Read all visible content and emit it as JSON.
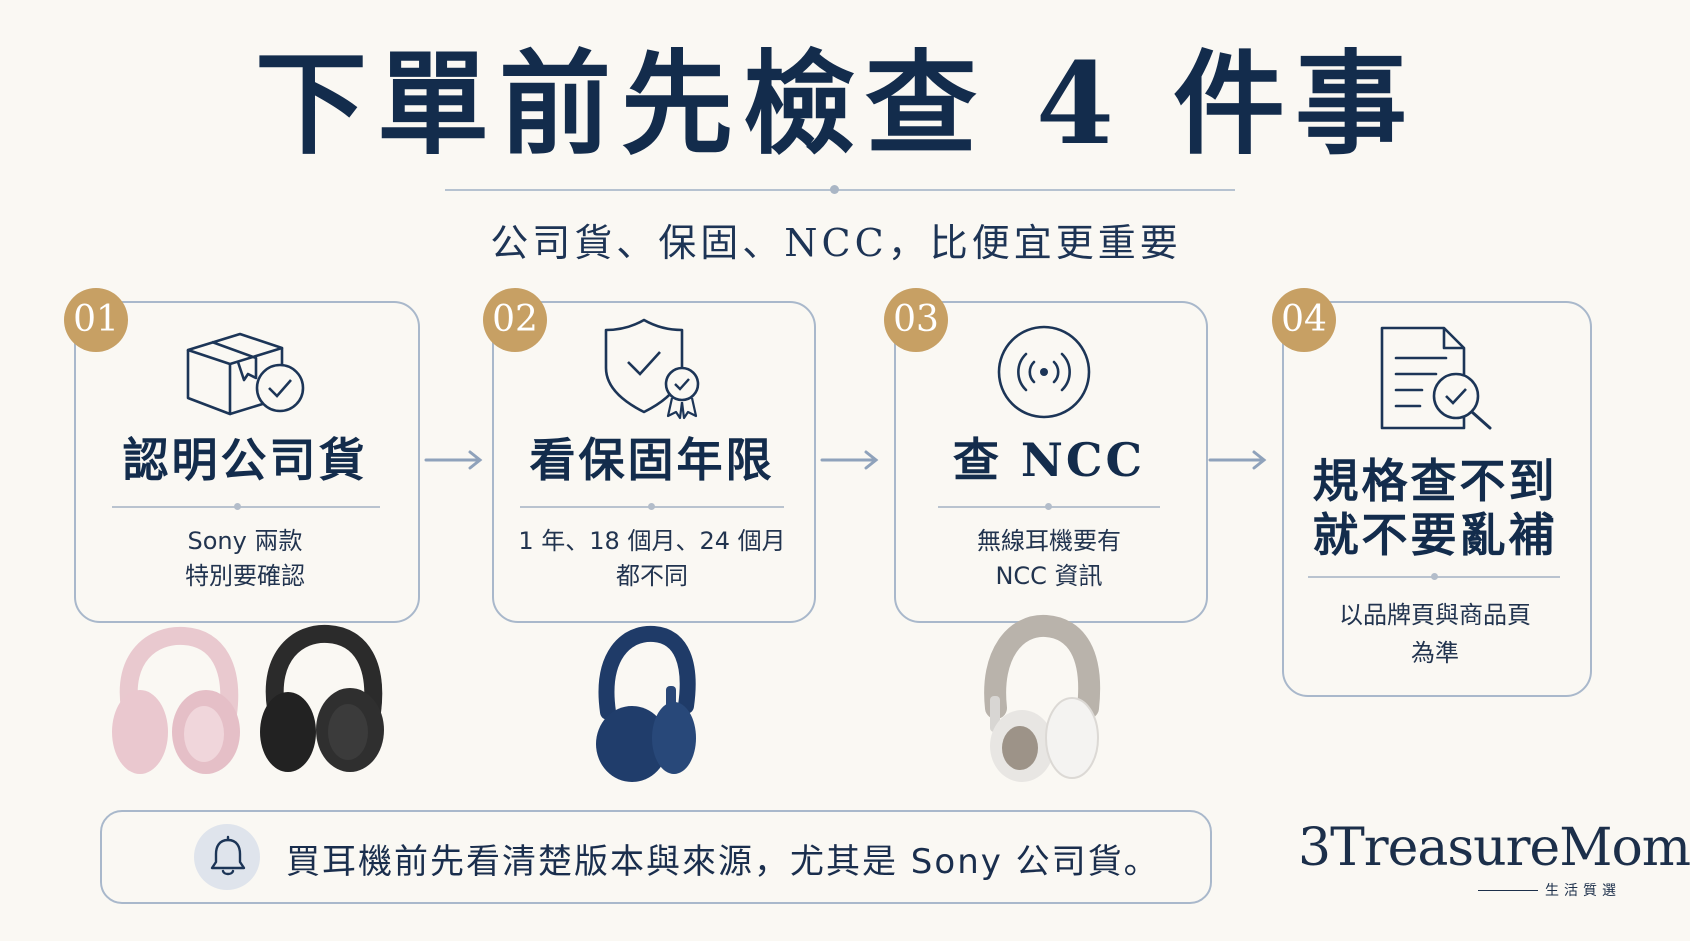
{
  "header": {
    "title": "下單前先檢查 4 件事",
    "subtitle": "公司貨、保固、NCC，比便宜更重要"
  },
  "cards": [
    {
      "number": "01",
      "title": "認明公司貨",
      "desc_line1": "Sony 兩款",
      "desc_line2": "特別要確認",
      "icon": "box-check-icon"
    },
    {
      "number": "02",
      "title": "看保固年限",
      "desc_line1": "1 年、18 個月、24 個月",
      "desc_line2": "都不同",
      "icon": "shield-badge-icon"
    },
    {
      "number": "03",
      "title": "查 NCC",
      "desc_line1": "無線耳機要有",
      "desc_line2": "NCC 資訊",
      "icon": "wireless-signal-icon"
    },
    {
      "number": "04",
      "title_line1": "規格查不到",
      "title_line2": "就不要亂補",
      "desc_line1": "以品牌頁與商品頁",
      "desc_line2": "為準",
      "icon": "document-search-icon"
    }
  ],
  "footer": {
    "notice": "買耳機前先看清楚版本與來源，尤其是 Sony 公司貨。",
    "notice_icon": "bell-icon",
    "logo": "3TreasureMom",
    "logo_sub": "生活質選"
  },
  "colors": {
    "navy": "#132c4c",
    "gold": "#c7a064",
    "border": "#a9b8cb",
    "background": "#faf8f3"
  }
}
